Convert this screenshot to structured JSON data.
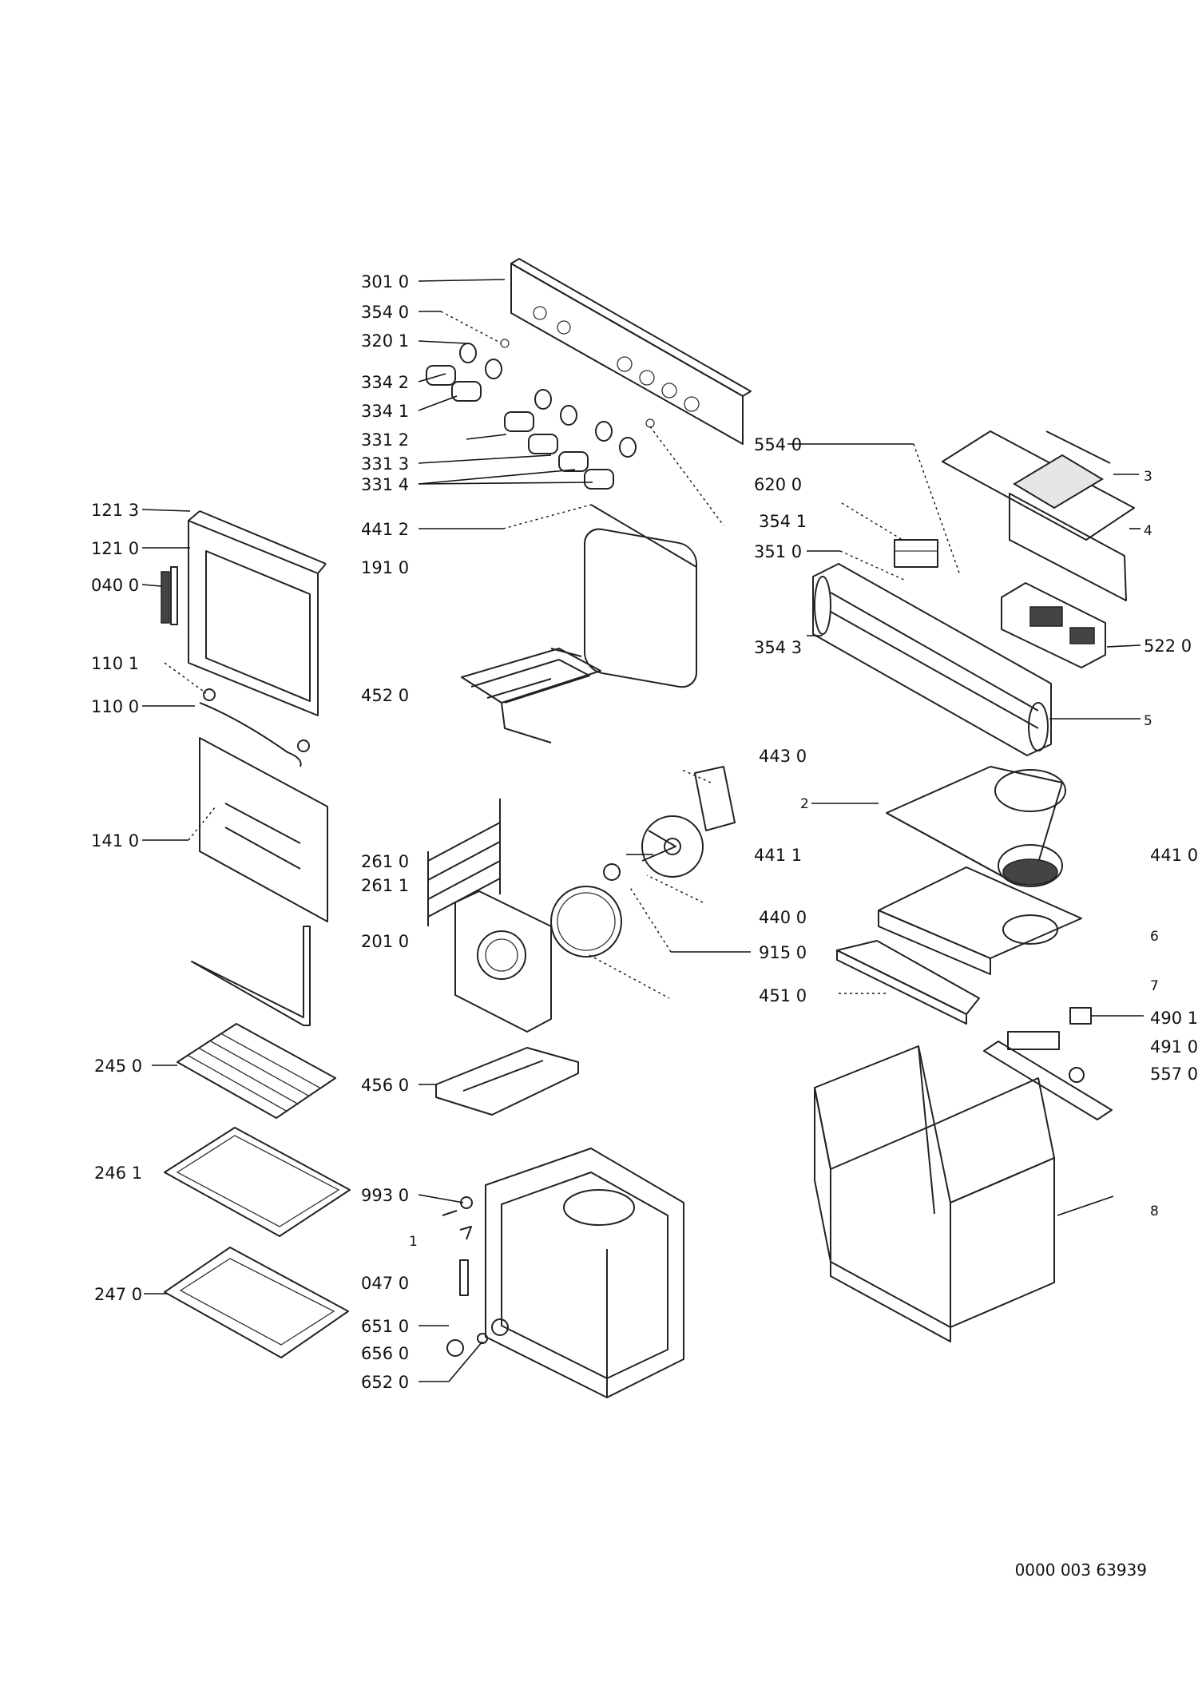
{
  "labels": [
    "301 0",
    "354 0",
    "320 1",
    "334 2",
    "334 1",
    "331 2",
    "331 3",
    "331 4",
    "441 2",
    "191 0",
    "452 0",
    "121 3",
    "121 0",
    "040 0",
    "110 1",
    "110 0",
    "141 0",
    "245 0",
    "246 1",
    "247 0",
    "554 0",
    "620 0",
    "354 1",
    "351 0",
    "354 3",
    "522 0",
    "3",
    "4",
    "5",
    "443 0",
    "2",
    "441 1",
    "441 0",
    "440 0",
    "261 0",
    "261 1",
    "201 0",
    "915 0",
    "451 0",
    "6",
    "7",
    "490 1",
    "491 0",
    "557 0",
    "456 0",
    "993 0",
    "1",
    "047 0",
    "651 0",
    "656 0",
    "652 0",
    "8"
  ],
  "document_id": "0000 003 63939"
}
